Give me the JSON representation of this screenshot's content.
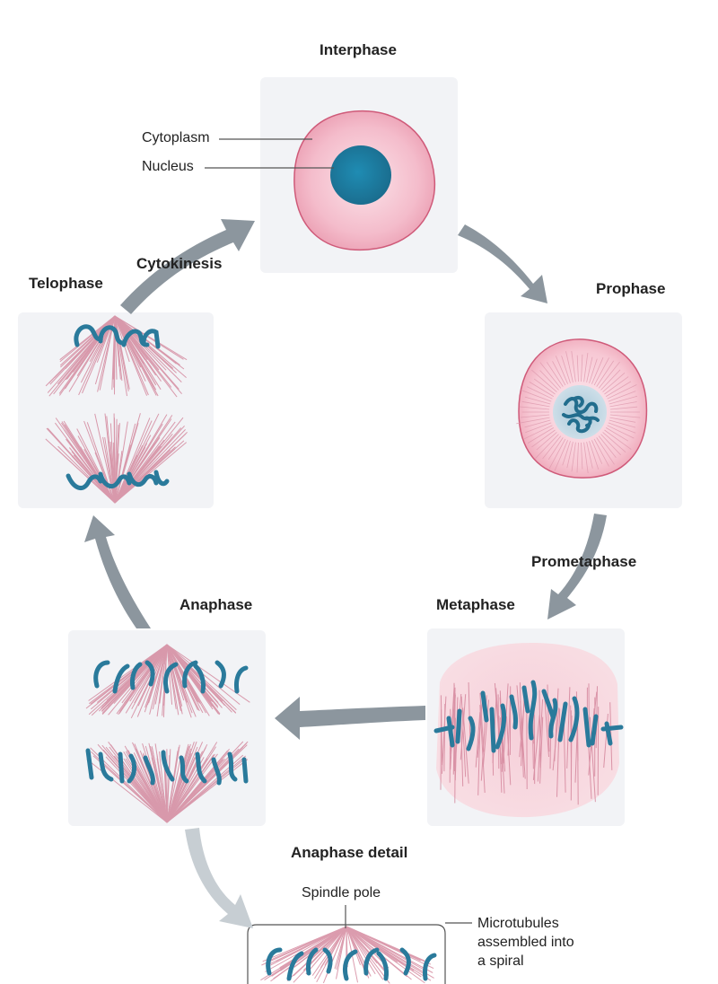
{
  "phases": {
    "interphase": "Interphase",
    "prophase": "Prophase",
    "prometaphase": "Prometaphase",
    "metaphase": "Metaphase",
    "anaphase": "Anaphase",
    "telophase": "Telophase",
    "cytokinesis": "Cytokinesis",
    "anaphase_detail": "Anaphase detail"
  },
  "callouts": {
    "cytoplasm": "Cytoplasm",
    "nucleus": "Nucleus",
    "spindle_pole": "Spindle pole",
    "microtubules": "Microtubules assembled into a spiral"
  },
  "colors": {
    "arrow": "#8c969e",
    "arrow_light": "#c7ced3",
    "panel": "#f2f3f6",
    "cytoplasm": "#f2b9c6",
    "cell_edge": "#cf5a79",
    "chromatin": "#2f7f9e",
    "microtubule": "#d28097"
  }
}
